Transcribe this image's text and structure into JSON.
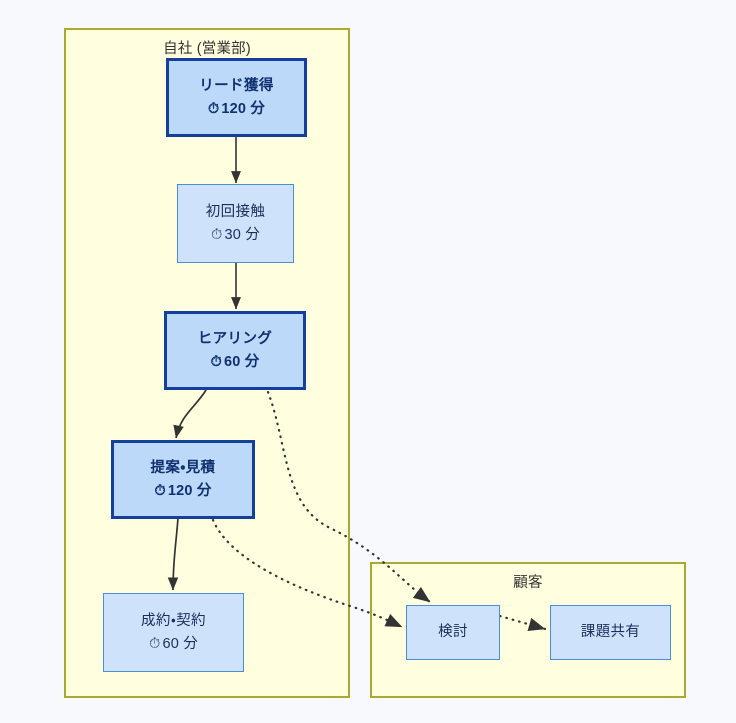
{
  "diagram": {
    "type": "swimlane-flow",
    "background_color": "#f7f9fc",
    "lane_fill": "#ffffe0",
    "lane_border": "#aaaa33",
    "node_fill": "#cfe2fb",
    "node_border": "#4a90d9",
    "highlight_fill": "#bcd9fa",
    "highlight_border": "#14409c",
    "edge_color": "#333333"
  },
  "lanes": [
    {
      "id": "lane-own",
      "title": "自社 (営業部)"
    },
    {
      "id": "lane-customer",
      "title": "顧客"
    }
  ],
  "nodes": [
    {
      "id": "lead",
      "label": "リード獲得",
      "clock": "⏱",
      "duration": "120 分",
      "highlight": true
    },
    {
      "id": "contact",
      "label": "初回接触",
      "clock": "⏱",
      "duration": "30 分",
      "highlight": false
    },
    {
      "id": "hearing",
      "label": "ヒアリング",
      "clock": "⏱",
      "duration": "60 分",
      "highlight": true
    },
    {
      "id": "proposal",
      "label": "提案・見積",
      "clock": "⏱",
      "duration": "120 分",
      "highlight": true
    },
    {
      "id": "contract",
      "label": "成約・契約",
      "clock": "⏱",
      "duration": "60 分",
      "highlight": false
    },
    {
      "id": "review",
      "label": "検討",
      "clock": "",
      "duration": "",
      "highlight": false
    },
    {
      "id": "share",
      "label": "課題共有",
      "clock": "",
      "duration": "",
      "highlight": false
    }
  ],
  "edges": [
    {
      "from": "lead",
      "to": "contact",
      "style": "solid"
    },
    {
      "from": "contact",
      "to": "hearing",
      "style": "solid"
    },
    {
      "from": "hearing",
      "to": "proposal",
      "style": "solid"
    },
    {
      "from": "proposal",
      "to": "contract",
      "style": "solid"
    },
    {
      "from": "hearing",
      "to": "review",
      "style": "dotted"
    },
    {
      "from": "proposal",
      "to": "review",
      "style": "dotted"
    },
    {
      "from": "review",
      "to": "share",
      "style": "dotted"
    }
  ]
}
